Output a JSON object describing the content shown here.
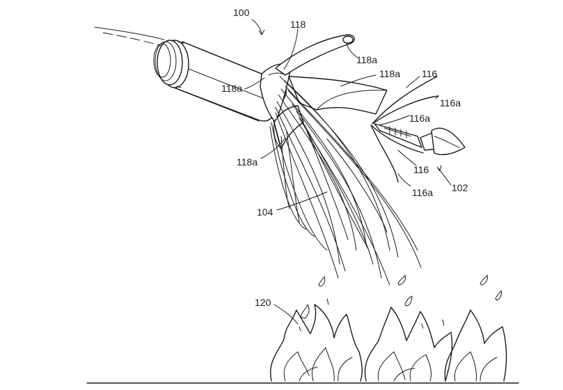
{
  "labels": {
    "system": "100",
    "cartridge": "102",
    "agent_stream": "104",
    "petal_outer": "116",
    "petal_tip": "116a",
    "nozzle": "118",
    "nozzle_flap": "118a",
    "fire": "120"
  }
}
